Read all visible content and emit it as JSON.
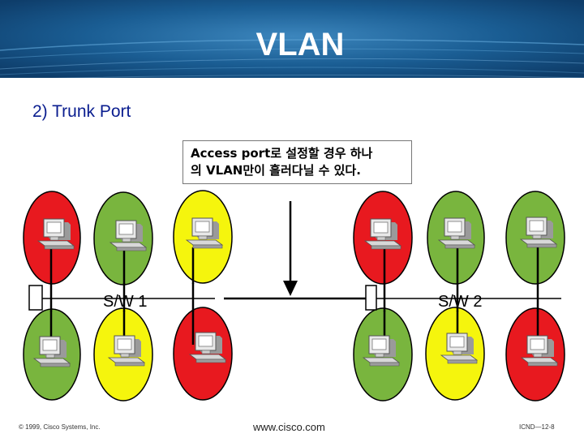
{
  "slide": {
    "title": "VLAN",
    "subtitle": "2) Trunk Port",
    "callout_line1": "Access port로 설정할 경우 하나",
    "callout_line2": "의 VLAN만이 흘러다닐 수 있다.",
    "switch1_label": "S/W 1",
    "switch2_label": "S/W 2",
    "footer_copyright": "© 1999, Cisco Systems, Inc.",
    "footer_url": "www.cisco.com",
    "footer_page": "ICND—12-8"
  },
  "colors": {
    "header_blue": "#1a5d93",
    "red": "#e8191f",
    "green": "#79b53e",
    "yellow": "#f5f50d",
    "subtitle_blue": "#0a1d8f"
  },
  "hosts": {
    "top_row": [
      "red",
      "green",
      "yellow",
      "red",
      "green",
      "green"
    ],
    "bottom_row": [
      "green",
      "yellow",
      "red",
      "green",
      "yellow",
      "red"
    ],
    "icon": "pc-computer-icon"
  }
}
